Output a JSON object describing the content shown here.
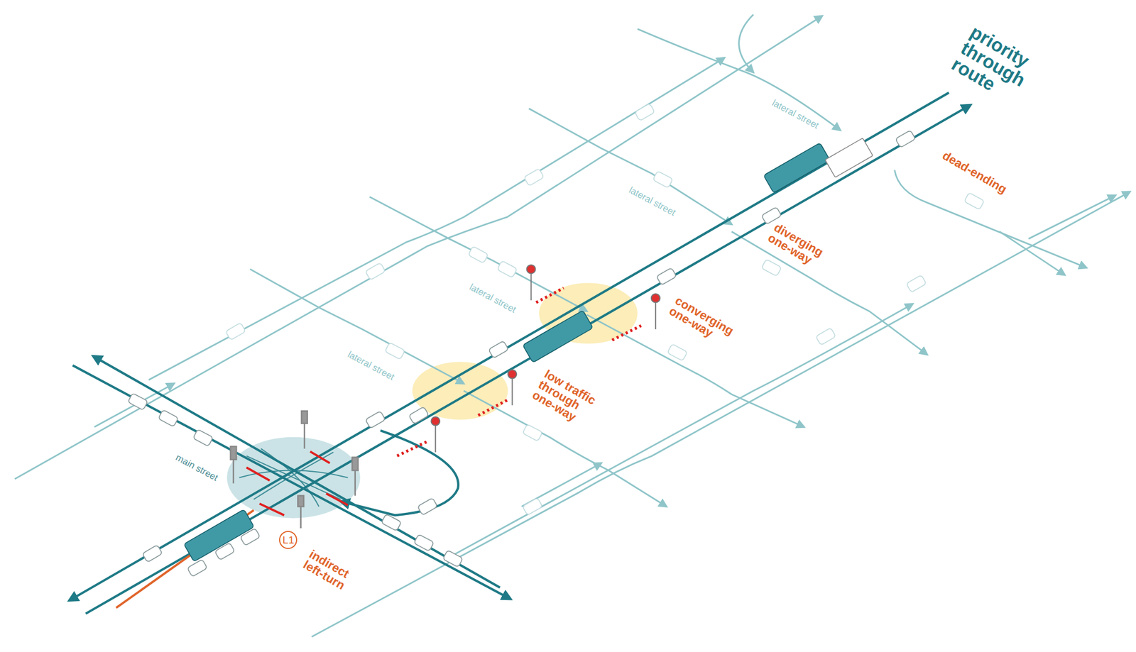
{
  "diagram": {
    "labels": [
      "priority through route",
      "dead-ending",
      "diverging one-way",
      "converging one-way",
      "low traffic through one-way",
      "L1",
      "indirect left-turn",
      "main street",
      "lateral street",
      "lateral street",
      "lateral street",
      "lateral street"
    ]
  }
}
